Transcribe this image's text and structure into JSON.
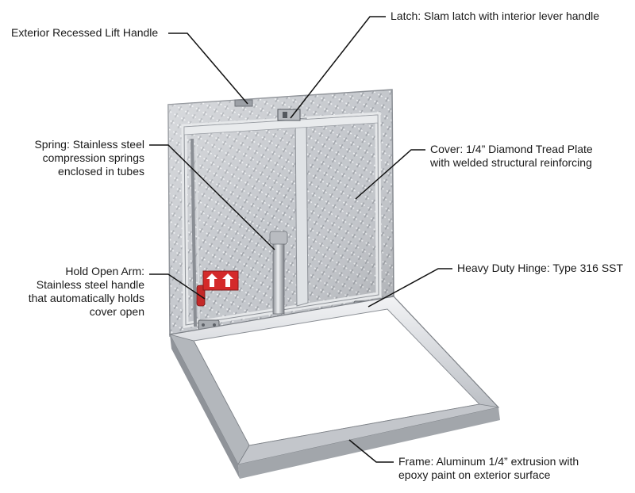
{
  "callouts": {
    "lift_handle": {
      "lines": [
        "Exterior Recessed Lift Handle"
      ]
    },
    "latch": {
      "lines": [
        "Latch: Slam latch with interior lever handle"
      ]
    },
    "spring": {
      "lines": [
        "Spring: Stainless steel",
        "compression springs",
        "enclosed in tubes"
      ]
    },
    "cover": {
      "lines": [
        "Cover: 1/4” Diamond Tread Plate",
        "with welded structural reinforcing"
      ]
    },
    "hold_open_arm": {
      "lines": [
        "Hold Open Arm:",
        "Stainless steel handle",
        "that automatically holds",
        "cover open"
      ]
    },
    "hinge": {
      "lines": [
        "Heavy Duty Hinge: Type 316 SST"
      ]
    },
    "frame": {
      "lines": [
        "Frame: Aluminum 1/4” extrusion with",
        "epoxy paint on exterior surface"
      ]
    }
  },
  "colors": {
    "leader": "#111111",
    "plate": "#c9ccd0",
    "frame": "#d7dadd",
    "warning_sign": "#d42a2a"
  }
}
